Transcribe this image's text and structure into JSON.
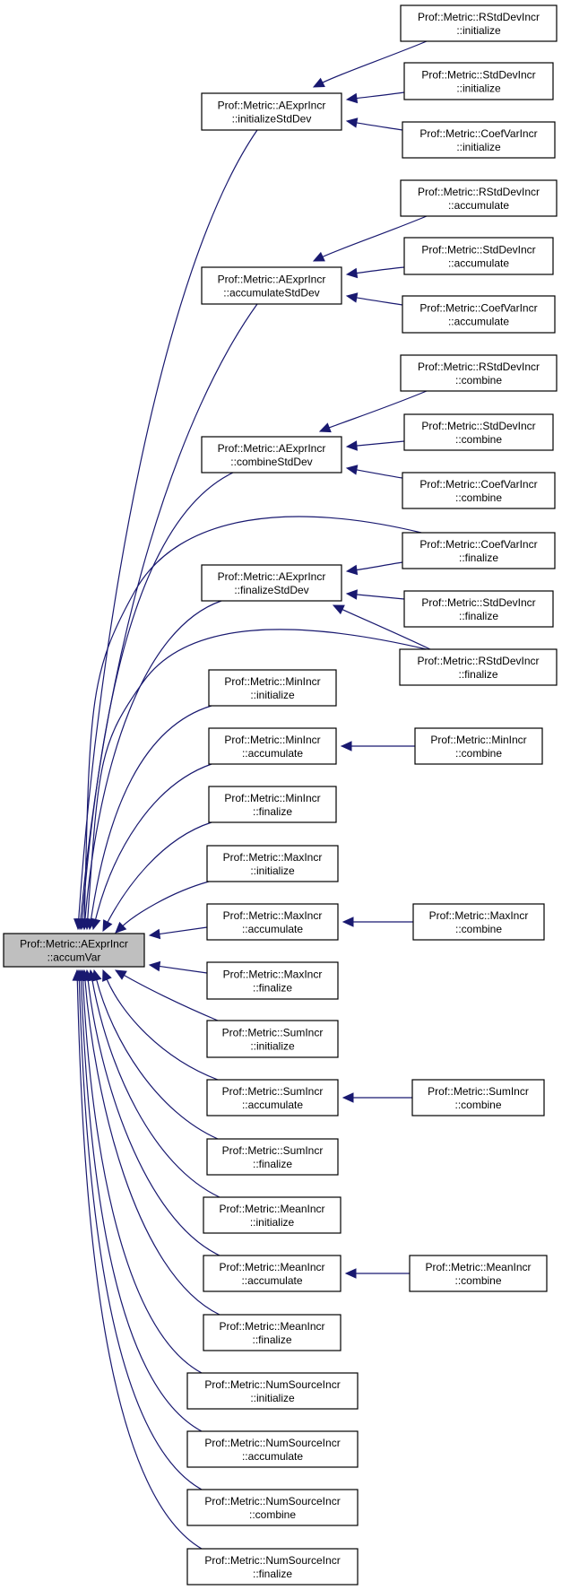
{
  "title": "Call graph of Prof::Metric::AExprIncr::accumVar",
  "colors": {
    "edge": "#191970",
    "root_fill": "#bfbfbf",
    "node_fill": "#ffffff",
    "node_border": "#000000"
  },
  "nodes": [
    {
      "id": "root",
      "line1": "Prof::Metric::AExprIncr",
      "line2": "::accumVar",
      "root": true
    },
    {
      "id": "aexpr-initStdDev",
      "line1": "Prof::Metric::AExprIncr",
      "line2": "::initializeStdDev"
    },
    {
      "id": "rstd-init",
      "line1": "Prof::Metric::RStdDevIncr",
      "line2": "::initialize"
    },
    {
      "id": "std-init",
      "line1": "Prof::Metric::StdDevIncr",
      "line2": "::initialize"
    },
    {
      "id": "coef-init",
      "line1": "Prof::Metric::CoefVarIncr",
      "line2": "::initialize"
    },
    {
      "id": "aexpr-accStdDev",
      "line1": "Prof::Metric::AExprIncr",
      "line2": "::accumulateStdDev"
    },
    {
      "id": "rstd-acc",
      "line1": "Prof::Metric::RStdDevIncr",
      "line2": "::accumulate"
    },
    {
      "id": "std-acc",
      "line1": "Prof::Metric::StdDevIncr",
      "line2": "::accumulate"
    },
    {
      "id": "coef-acc",
      "line1": "Prof::Metric::CoefVarIncr",
      "line2": "::accumulate"
    },
    {
      "id": "aexpr-combStdDev",
      "line1": "Prof::Metric::AExprIncr",
      "line2": "::combineStdDev"
    },
    {
      "id": "rstd-comb",
      "line1": "Prof::Metric::RStdDevIncr",
      "line2": "::combine"
    },
    {
      "id": "std-comb",
      "line1": "Prof::Metric::StdDevIncr",
      "line2": "::combine"
    },
    {
      "id": "coef-comb",
      "line1": "Prof::Metric::CoefVarIncr",
      "line2": "::combine"
    },
    {
      "id": "coef-fin",
      "line1": "Prof::Metric::CoefVarIncr",
      "line2": "::finalize"
    },
    {
      "id": "aexpr-finStdDev",
      "line1": "Prof::Metric::AExprIncr",
      "line2": "::finalizeStdDev"
    },
    {
      "id": "std-fin",
      "line1": "Prof::Metric::StdDevIncr",
      "line2": "::finalize"
    },
    {
      "id": "rstd-fin",
      "line1": "Prof::Metric::RStdDevIncr",
      "line2": "::finalize"
    },
    {
      "id": "min-init",
      "line1": "Prof::Metric::MinIncr",
      "line2": "::initialize"
    },
    {
      "id": "min-acc",
      "line1": "Prof::Metric::MinIncr",
      "line2": "::accumulate"
    },
    {
      "id": "min-comb",
      "line1": "Prof::Metric::MinIncr",
      "line2": "::combine"
    },
    {
      "id": "min-fin",
      "line1": "Prof::Metric::MinIncr",
      "line2": "::finalize"
    },
    {
      "id": "max-init",
      "line1": "Prof::Metric::MaxIncr",
      "line2": "::initialize"
    },
    {
      "id": "max-acc",
      "line1": "Prof::Metric::MaxIncr",
      "line2": "::accumulate"
    },
    {
      "id": "max-comb",
      "line1": "Prof::Metric::MaxIncr",
      "line2": "::combine"
    },
    {
      "id": "max-fin",
      "line1": "Prof::Metric::MaxIncr",
      "line2": "::finalize"
    },
    {
      "id": "sum-init",
      "line1": "Prof::Metric::SumIncr",
      "line2": "::initialize"
    },
    {
      "id": "sum-acc",
      "line1": "Prof::Metric::SumIncr",
      "line2": "::accumulate"
    },
    {
      "id": "sum-comb",
      "line1": "Prof::Metric::SumIncr",
      "line2": "::combine"
    },
    {
      "id": "sum-fin",
      "line1": "Prof::Metric::SumIncr",
      "line2": "::finalize"
    },
    {
      "id": "mean-init",
      "line1": "Prof::Metric::MeanIncr",
      "line2": "::initialize"
    },
    {
      "id": "mean-acc",
      "line1": "Prof::Metric::MeanIncr",
      "line2": "::accumulate"
    },
    {
      "id": "mean-comb",
      "line1": "Prof::Metric::MeanIncr",
      "line2": "::combine"
    },
    {
      "id": "mean-fin",
      "line1": "Prof::Metric::MeanIncr",
      "line2": "::finalize"
    },
    {
      "id": "num-init",
      "line1": "Prof::Metric::NumSourceIncr",
      "line2": "::initialize"
    },
    {
      "id": "num-acc",
      "line1": "Prof::Metric::NumSourceIncr",
      "line2": "::accumulate"
    },
    {
      "id": "num-comb",
      "line1": "Prof::Metric::NumSourceIncr",
      "line2": "::combine"
    },
    {
      "id": "num-fin",
      "line1": "Prof::Metric::NumSourceIncr",
      "line2": "::finalize"
    }
  ],
  "edges": [
    {
      "from": "rstd-init",
      "to": "aexpr-initStdDev"
    },
    {
      "from": "std-init",
      "to": "aexpr-initStdDev"
    },
    {
      "from": "coef-init",
      "to": "aexpr-initStdDev"
    },
    {
      "from": "rstd-acc",
      "to": "aexpr-accStdDev"
    },
    {
      "from": "std-acc",
      "to": "aexpr-accStdDev"
    },
    {
      "from": "coef-acc",
      "to": "aexpr-accStdDev"
    },
    {
      "from": "rstd-comb",
      "to": "aexpr-combStdDev"
    },
    {
      "from": "std-comb",
      "to": "aexpr-combStdDev"
    },
    {
      "from": "coef-comb",
      "to": "aexpr-combStdDev"
    },
    {
      "from": "coef-fin",
      "to": "aexpr-finStdDev"
    },
    {
      "from": "std-fin",
      "to": "aexpr-finStdDev"
    },
    {
      "from": "rstd-fin",
      "to": "aexpr-finStdDev"
    },
    {
      "from": "min-comb",
      "to": "min-acc"
    },
    {
      "from": "max-comb",
      "to": "max-acc"
    },
    {
      "from": "sum-comb",
      "to": "sum-acc"
    },
    {
      "from": "mean-comb",
      "to": "mean-acc"
    },
    {
      "from": "aexpr-initStdDev",
      "to": "root"
    },
    {
      "from": "aexpr-accStdDev",
      "to": "root"
    },
    {
      "from": "aexpr-combStdDev",
      "to": "root"
    },
    {
      "from": "coef-fin",
      "to": "root"
    },
    {
      "from": "aexpr-finStdDev",
      "to": "root"
    },
    {
      "from": "rstd-fin",
      "to": "root"
    },
    {
      "from": "min-init",
      "to": "root"
    },
    {
      "from": "min-acc",
      "to": "root"
    },
    {
      "from": "min-fin",
      "to": "root"
    },
    {
      "from": "max-init",
      "to": "root"
    },
    {
      "from": "max-acc",
      "to": "root"
    },
    {
      "from": "max-fin",
      "to": "root"
    },
    {
      "from": "sum-init",
      "to": "root"
    },
    {
      "from": "sum-acc",
      "to": "root"
    },
    {
      "from": "sum-fin",
      "to": "root"
    },
    {
      "from": "mean-init",
      "to": "root"
    },
    {
      "from": "mean-acc",
      "to": "root"
    },
    {
      "from": "mean-fin",
      "to": "root"
    },
    {
      "from": "num-init",
      "to": "root"
    },
    {
      "from": "num-acc",
      "to": "root"
    },
    {
      "from": "num-comb",
      "to": "root"
    },
    {
      "from": "num-fin",
      "to": "root"
    }
  ]
}
